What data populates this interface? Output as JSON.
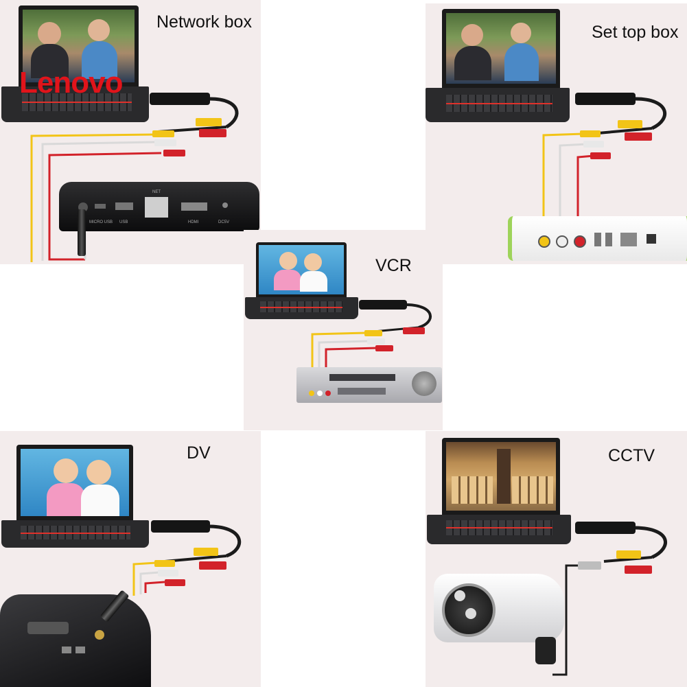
{
  "panels": {
    "network_box": {
      "label": "Network box",
      "brand": "Lenovo",
      "ports": [
        "MICRO USB",
        "USB",
        "NET",
        "HDMI",
        "DC5V"
      ]
    },
    "set_top_box": {
      "label": "Set top box"
    },
    "vcr": {
      "label": "VCR"
    },
    "dv": {
      "label": "DV"
    },
    "cctv": {
      "label": "CCTV"
    }
  },
  "colors": {
    "panel_bg": "#f3ecec",
    "cable_yellow": "#f2c417",
    "cable_white": "#d9d9d9",
    "cable_red": "#d2222a",
    "laptop_body": "#2a2a2c",
    "brand_red": "#e1141b"
  }
}
